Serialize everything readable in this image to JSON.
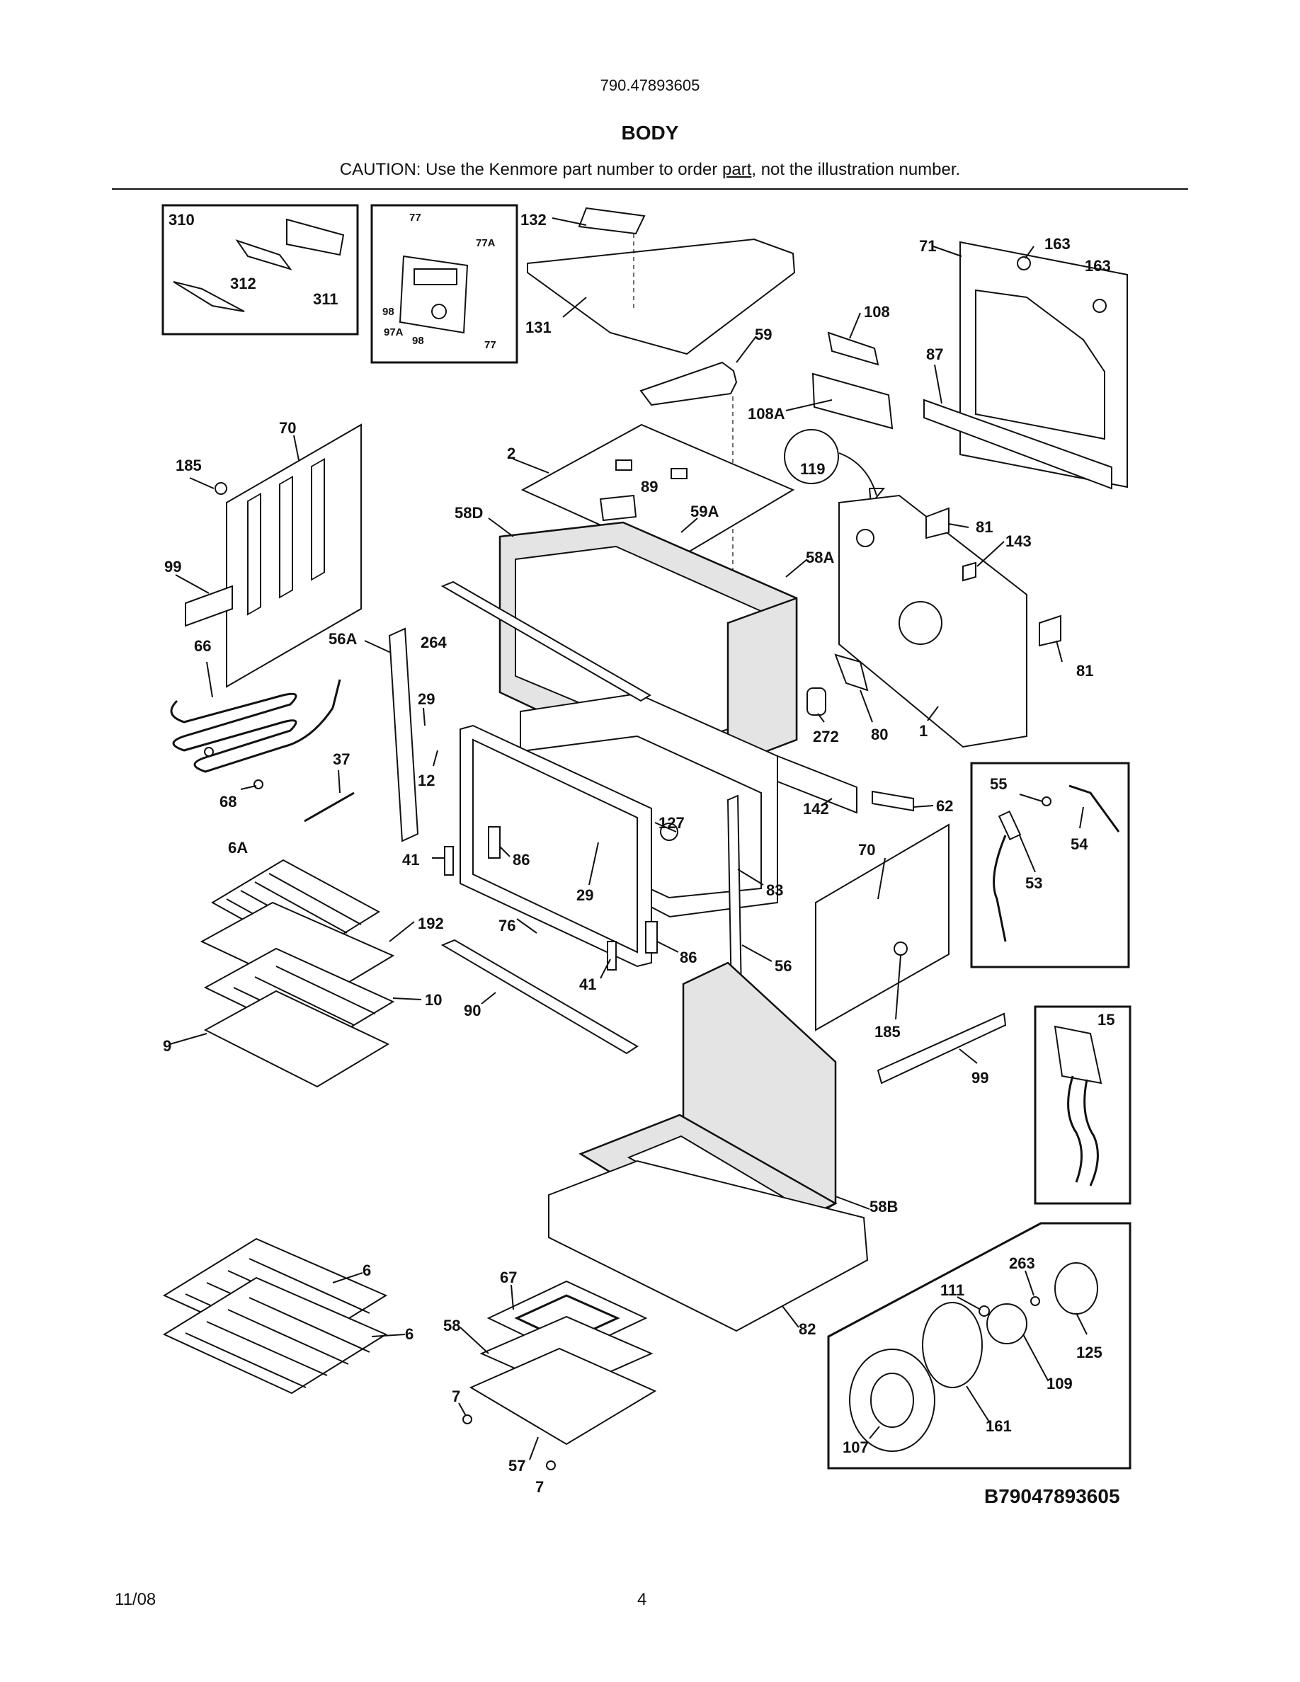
{
  "header": {
    "model": "790.47893605",
    "title": "BODY",
    "caution_pre": "CAUTION: Use the Kenmore part number to order ",
    "caution_link": "part",
    "caution_post": ", not the illustration number."
  },
  "diagram_code": "B79047893605",
  "footer": {
    "date": "11/08",
    "page": "4"
  },
  "callouts": [
    {
      "id": "c310",
      "text": "310"
    },
    {
      "id": "c312",
      "text": "312"
    },
    {
      "id": "c311",
      "text": "311"
    },
    {
      "id": "c77a",
      "text": "77"
    },
    {
      "id": "c77A",
      "text": "77A"
    },
    {
      "id": "c98a",
      "text": "98"
    },
    {
      "id": "c97A",
      "text": "97A"
    },
    {
      "id": "c98b",
      "text": "98"
    },
    {
      "id": "c77b",
      "text": "77"
    },
    {
      "id": "c132",
      "text": "132"
    },
    {
      "id": "c131",
      "text": "131"
    },
    {
      "id": "c59",
      "text": "59"
    },
    {
      "id": "c108",
      "text": "108"
    },
    {
      "id": "c108A",
      "text": "108A"
    },
    {
      "id": "c163a",
      "text": "163"
    },
    {
      "id": "c163b",
      "text": "163"
    },
    {
      "id": "c71",
      "text": "71"
    },
    {
      "id": "c87",
      "text": "87"
    },
    {
      "id": "c119",
      "text": "119"
    },
    {
      "id": "c70a",
      "text": "70"
    },
    {
      "id": "c185a",
      "text": "185"
    },
    {
      "id": "c99a",
      "text": "99"
    },
    {
      "id": "c2",
      "text": "2"
    },
    {
      "id": "c89",
      "text": "89"
    },
    {
      "id": "c58D",
      "text": "58D"
    },
    {
      "id": "c59A",
      "text": "59A"
    },
    {
      "id": "c58A",
      "text": "58A"
    },
    {
      "id": "c81a",
      "text": "81"
    },
    {
      "id": "c143",
      "text": "143"
    },
    {
      "id": "c81b",
      "text": "81"
    },
    {
      "id": "c66",
      "text": "66"
    },
    {
      "id": "c56A",
      "text": "56A"
    },
    {
      "id": "c264",
      "text": "264"
    },
    {
      "id": "c29a",
      "text": "29"
    },
    {
      "id": "c12",
      "text": "12"
    },
    {
      "id": "c37",
      "text": "37"
    },
    {
      "id": "c68",
      "text": "68"
    },
    {
      "id": "c272",
      "text": "272"
    },
    {
      "id": "c80",
      "text": "80"
    },
    {
      "id": "c1",
      "text": "1"
    },
    {
      "id": "c55",
      "text": "55"
    },
    {
      "id": "c54",
      "text": "54"
    },
    {
      "id": "c53",
      "text": "53"
    },
    {
      "id": "c62",
      "text": "62"
    },
    {
      "id": "c142",
      "text": "142"
    },
    {
      "id": "c70b",
      "text": "70"
    },
    {
      "id": "c127",
      "text": "127"
    },
    {
      "id": "c6A",
      "text": "6A"
    },
    {
      "id": "c41a",
      "text": "41"
    },
    {
      "id": "c86a",
      "text": "86"
    },
    {
      "id": "c29b",
      "text": "29"
    },
    {
      "id": "c83",
      "text": "83"
    },
    {
      "id": "c192",
      "text": "192"
    },
    {
      "id": "c76",
      "text": "76"
    },
    {
      "id": "c86b",
      "text": "86"
    },
    {
      "id": "c56",
      "text": "56"
    },
    {
      "id": "c41b",
      "text": "41"
    },
    {
      "id": "c10",
      "text": "10"
    },
    {
      "id": "c90",
      "text": "90"
    },
    {
      "id": "c9",
      "text": "9"
    },
    {
      "id": "c185b",
      "text": "185"
    },
    {
      "id": "c15",
      "text": "15"
    },
    {
      "id": "c99b",
      "text": "99"
    },
    {
      "id": "c58B",
      "text": "58B"
    },
    {
      "id": "c6a",
      "text": "6"
    },
    {
      "id": "c6b",
      "text": "6"
    },
    {
      "id": "c67",
      "text": "67"
    },
    {
      "id": "c58",
      "text": "58"
    },
    {
      "id": "c82",
      "text": "82"
    },
    {
      "id": "c7a",
      "text": "7"
    },
    {
      "id": "c57",
      "text": "57"
    },
    {
      "id": "c7b",
      "text": "7"
    },
    {
      "id": "c263",
      "text": "263"
    },
    {
      "id": "c111",
      "text": "111"
    },
    {
      "id": "c125",
      "text": "125"
    },
    {
      "id": "c109",
      "text": "109"
    },
    {
      "id": "c161",
      "text": "161"
    },
    {
      "id": "c107",
      "text": "107"
    }
  ]
}
